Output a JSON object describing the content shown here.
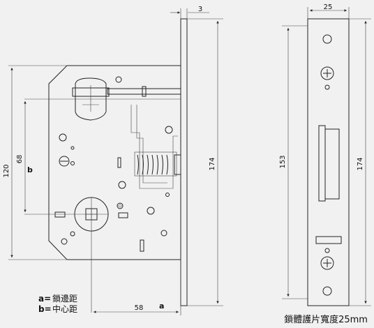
{
  "dimensions": {
    "faceplate_thickness": "3",
    "faceplate_height": "174",
    "backset": "58",
    "backset_marker": "a",
    "body_height": "120",
    "center_distance": "68",
    "center_marker": "b",
    "strike_width": "25",
    "strike_height": "153",
    "strike_total": "174"
  },
  "legend": {
    "a_key": "a=",
    "a_text": "鎖邊距",
    "b_key": "b=",
    "b_text": "中心距"
  },
  "caption": "鎖體護片寬度25mm"
}
